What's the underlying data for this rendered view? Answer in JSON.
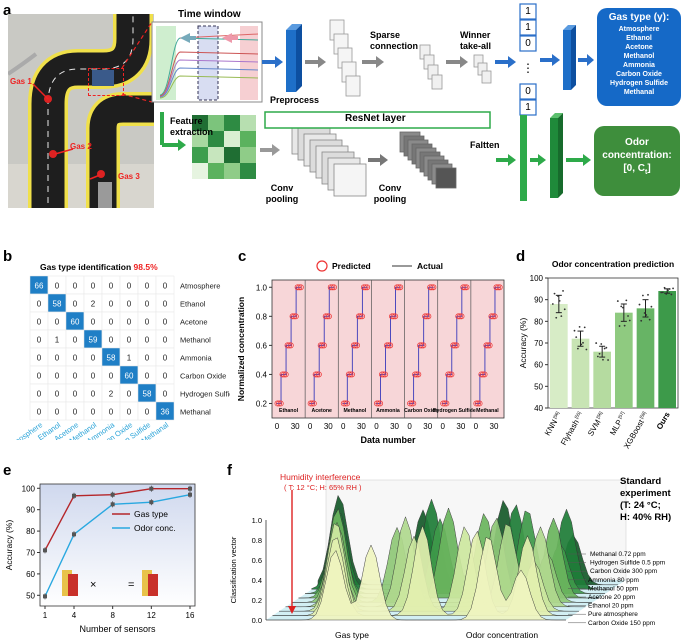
{
  "panels": {
    "a": {
      "label": "a",
      "photo_annotations": [
        "Gas 1",
        "Gas 2",
        "Gas 3"
      ],
      "time_window": "Time window",
      "preprocess": "Preprocess",
      "sparse_connection": "Sparse connection",
      "winner_take_all": "Winner take-all",
      "feature_extraction": "Feature extraction",
      "resnet_layer": "ResNet layer",
      "conv_pooling_1": "Conv pooling",
      "conv_pooling_2": "Conv pooling",
      "flatten": "Faltten",
      "binary_vector": [
        "1",
        "1",
        "0",
        "⋮",
        "0",
        "1"
      ],
      "gas_type_title": "Gas type (y):",
      "gas_type_items": [
        "Atmosphere",
        "Ethanol",
        "Acetone",
        "Methanol",
        "Ammonia",
        "Carbon Oxide",
        "Hydrogen Sulfide",
        "Methanal"
      ],
      "odor_title": "Odor concentration:",
      "odor_range": "[0, C",
      "odor_range_sub": "t",
      "odor_range_end": "]"
    },
    "b": {
      "label": "b",
      "title": "Gas type identification",
      "title_value": "98.5%",
      "classes": [
        "Atmosphere",
        "Ethanol",
        "Acetone",
        "Methanol",
        "Ammonia",
        "Carbon Oxide",
        "Hydrogen Sulfide",
        "Methanal"
      ],
      "matrix": [
        [
          66,
          0,
          0,
          0,
          0,
          0,
          0,
          0
        ],
        [
          0,
          58,
          0,
          2,
          0,
          0,
          0,
          0
        ],
        [
          0,
          0,
          60,
          0,
          0,
          0,
          0,
          0
        ],
        [
          0,
          1,
          0,
          59,
          0,
          0,
          0,
          0
        ],
        [
          0,
          0,
          0,
          0,
          58,
          1,
          0,
          0
        ],
        [
          0,
          0,
          0,
          0,
          0,
          60,
          0,
          0
        ],
        [
          0,
          0,
          0,
          0,
          2,
          0,
          58,
          0
        ],
        [
          0,
          0,
          0,
          0,
          0,
          0,
          0,
          36
        ]
      ]
    },
    "c": {
      "label": "c",
      "legend_predicted": "Predicted",
      "legend_actual": "Actual",
      "ylabel": "Normalized concentration",
      "xlabel": "Data number",
      "yticks": [
        "0.2",
        "0.4",
        "0.6",
        "0.8",
        "1.0"
      ],
      "xticks": [
        "0",
        "30",
        "0",
        "30",
        "0",
        "30",
        "0",
        "30",
        "0",
        "30",
        "0",
        "30",
        "0",
        "30"
      ],
      "segments": [
        "Ethanol",
        "Acetone",
        "Methanol",
        "Ammonia",
        "Carbon Oxide",
        "Hydrogen Sulfide",
        "Methanal"
      ]
    },
    "d": {
      "label": "d",
      "title": "Odor concentration prediction",
      "ylabel": "Accuracy (%)",
      "yticks": [
        "40",
        "50",
        "60",
        "70",
        "80",
        "90",
        "100"
      ],
      "categories": [
        "KNN",
        "Flyhash",
        "SVM",
        "MLP",
        "XGBoost",
        "Ours"
      ],
      "refs": [
        "[56]",
        "[55]",
        "[56]",
        "[57]",
        "[58]",
        ""
      ],
      "values": [
        88,
        72,
        66,
        84,
        86,
        94
      ],
      "errors": [
        4,
        3.5,
        2.5,
        4,
        4,
        1
      ],
      "colors": [
        "#d7ecc6",
        "#c8e4b4",
        "#b5dba0",
        "#8fca80",
        "#67b465",
        "#3d9a4a"
      ]
    },
    "e": {
      "label": "e",
      "ylabel": "Accuracy (%)",
      "xlabel": "Number of sensors",
      "yticks": [
        "50",
        "60",
        "70",
        "80",
        "90",
        "100"
      ],
      "xticks": [
        "1",
        "4",
        "8",
        "12",
        "16"
      ],
      "legend_gas": "Gas type",
      "legend_odor": "Odor conc.",
      "x": [
        1,
        4,
        8,
        12,
        16
      ],
      "gas_type": [
        71,
        96.5,
        97,
        99.8,
        99.8
      ],
      "odor_conc": [
        49.5,
        78.5,
        92.5,
        93.5,
        97
      ],
      "inset_ops": [
        "×",
        "="
      ]
    },
    "f": {
      "label": "f",
      "humidity": "Humidity interference",
      "humidity_cond": "( T: 12 °C; H: 65% RH )",
      "standard_1": "Standard",
      "standard_2": "experiment",
      "standard_3": "(T: 24 °C;",
      "standard_4": "H: 40% RH)",
      "ylabel": "Classification vector",
      "yticks": [
        "0.0",
        "0.2",
        "0.4",
        "0.6",
        "0.8",
        "1.0"
      ],
      "xlabel_gas": "Gas type",
      "xlabel_odor": "Odor concentration",
      "legend": [
        "Methanal 0.72 ppm",
        "Hydrogen Sulfide 0.5 ppm",
        "Carbon Oxide 300 ppm",
        "Ammonia 80 ppm",
        "Methanol 50 ppm",
        "Acetone 20 ppm",
        "Ethanol 20 ppm",
        "Pure atmosphere",
        "Carbon Oxide 150 ppm"
      ]
    }
  }
}
